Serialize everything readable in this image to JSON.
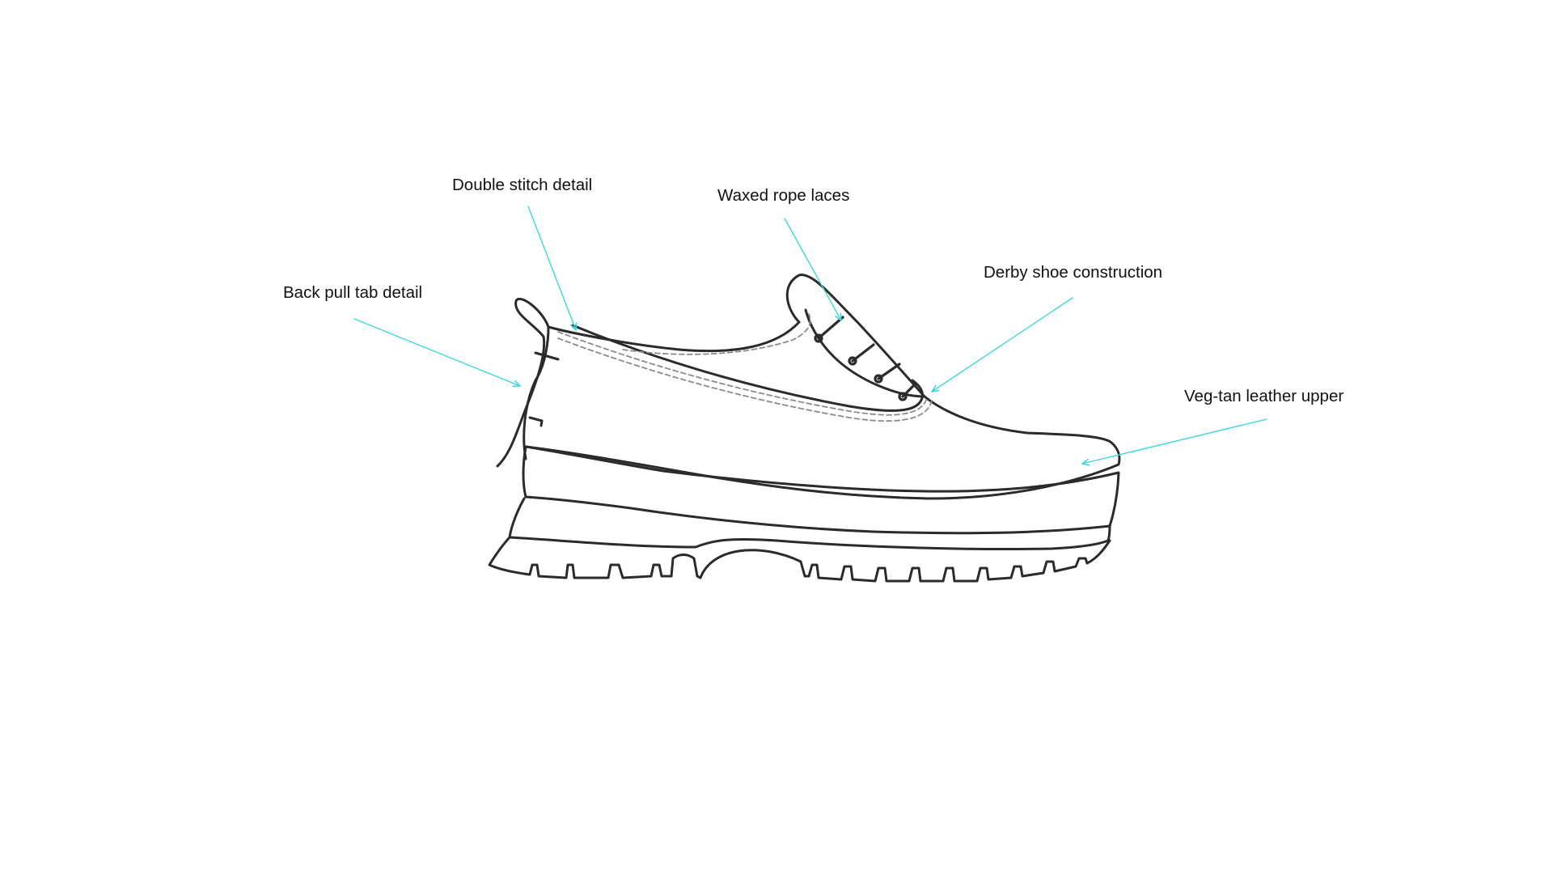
{
  "callouts": {
    "double_stitch": "Double stitch detail",
    "waxed_laces": "Waxed rope laces",
    "derby_construction": "Derby shoe construction",
    "back_pull_tab": "Back pull tab detail",
    "veg_tan_upper": "Veg-tan leather upper"
  },
  "colors": {
    "outline": "#2b2b2b",
    "stitching": "#8c8c8c",
    "leader": "#40d6dd",
    "label_text": "#111111",
    "background": "#ffffff"
  }
}
